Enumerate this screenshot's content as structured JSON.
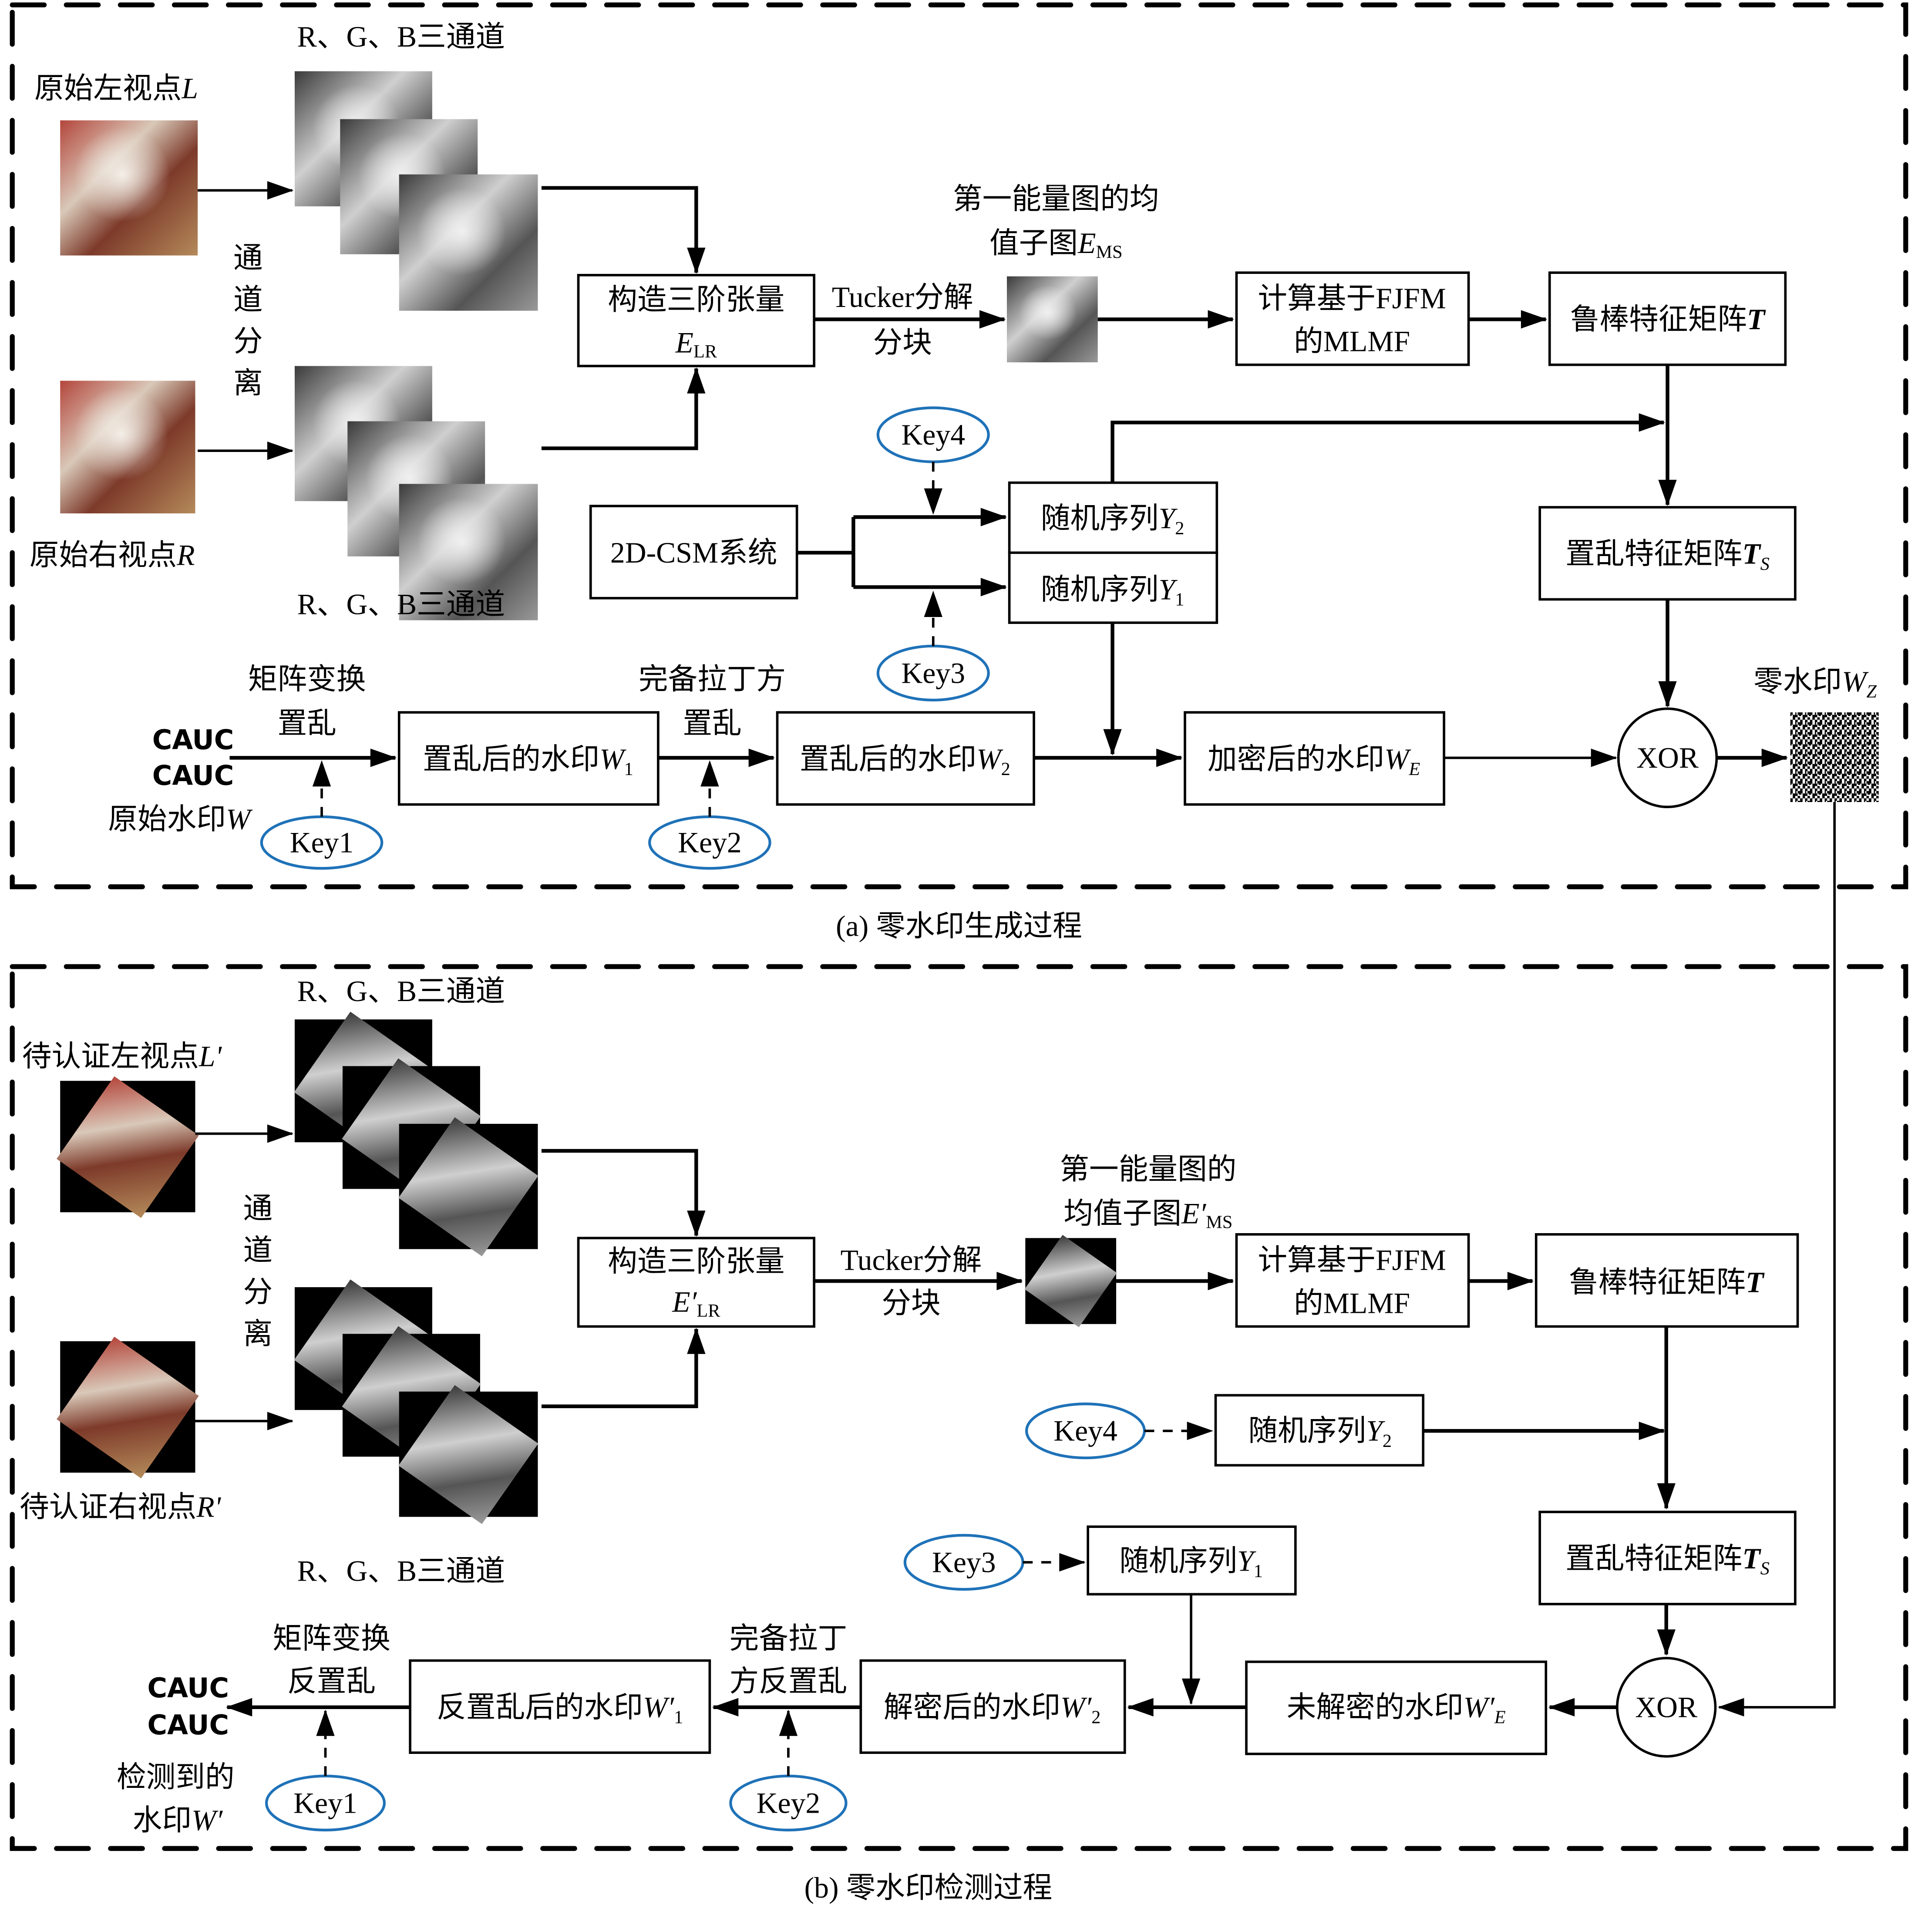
{
  "colors": {
    "key_stroke": "#1f72b8",
    "line": "#000000",
    "background": "#ffffff"
  },
  "panel_a": {
    "caption": "(a) 零水印生成过程",
    "left_view_label": "原始左视点",
    "left_view_var": "L",
    "right_view_label": "原始右视点",
    "right_view_var": "R",
    "rgb_top_label": "R、G、B三通道",
    "rgb_bottom_label": "R、G、B三通道",
    "channel_sep": [
      "通",
      "道",
      "分",
      "离"
    ],
    "tensor_box": {
      "line1": "构造三阶张量",
      "var": "E",
      "sub": "LR"
    },
    "tucker_label": {
      "line1": "Tucker分解",
      "line2": "分块"
    },
    "energy_label": {
      "line1": "第一能量图的均",
      "line2": "值子图",
      "var": "E",
      "sub": "MS"
    },
    "mlmf_box": {
      "line1": "计算基于FJFM",
      "line2": "的MLMF"
    },
    "robust_box": {
      "text": "鲁棒特征矩阵",
      "var": "T"
    },
    "csm_box": "2D-CSM系统",
    "rand_y2": {
      "text": "随机序列",
      "var": "Y",
      "sub": "2"
    },
    "rand_y1": {
      "text": "随机序列",
      "var": "Y",
      "sub": "1"
    },
    "scrambled_feature_box": {
      "text": "置乱特征矩阵",
      "var": "T",
      "sub": "S"
    },
    "keys": {
      "k1": "Key1",
      "k2": "Key2",
      "k3": "Key3",
      "k4": "Key4"
    },
    "matrix_label": {
      "line1": "矩阵变换",
      "line2": "置乱"
    },
    "latin_label": {
      "line1": "完备拉丁方",
      "line2": "置乱"
    },
    "watermark_text": [
      "CAUC",
      "CAUC"
    ],
    "orig_watermark_label": "原始水印",
    "orig_watermark_var": "W",
    "w1_box": {
      "text": "置乱后的水印",
      "var": "W",
      "sub": "1"
    },
    "w2_box": {
      "text": "置乱后的水印",
      "var": "W",
      "sub": "2"
    },
    "we_box": {
      "text": "加密后的水印",
      "var": "W",
      "sub": "E"
    },
    "xor": "XOR",
    "zero_wm_label": "零水印",
    "zero_wm_var": "W",
    "zero_wm_sub": "Z"
  },
  "panel_b": {
    "caption": "(b) 零水印检测过程",
    "left_view_label": "待认证左视点",
    "left_view_var": "L'",
    "right_view_label": "待认证右视点",
    "right_view_var": "R'",
    "rgb_top_label": "R、G、B三通道",
    "rgb_bottom_label": "R、G、B三通道",
    "channel_sep": [
      "通",
      "道",
      "分",
      "离"
    ],
    "tensor_box": {
      "line1": "构造三阶张量",
      "var": "E′",
      "sub": "LR"
    },
    "tucker_label": {
      "line1": "Tucker分解",
      "line2": "分块"
    },
    "energy_label": {
      "line1": "第一能量图的",
      "line2": "均值子图",
      "var": "E′",
      "sub": "MS"
    },
    "mlmf_box": {
      "line1": "计算基于FJFM",
      "line2": "的MLMF"
    },
    "robust_box": {
      "text": "鲁棒特征矩阵",
      "var": "T"
    },
    "rand_y2": {
      "text": "随机序列",
      "var": "Y",
      "sub": "2"
    },
    "rand_y1": {
      "text": "随机序列",
      "var": "Y",
      "sub": "1"
    },
    "scrambled_feature_box": {
      "text": "置乱特征矩阵",
      "var": "T",
      "sub": "S"
    },
    "keys": {
      "k1": "Key1",
      "k2": "Key2",
      "k3": "Key3",
      "k4": "Key4"
    },
    "xor": "XOR",
    "undecrypted_box": {
      "text": "未解密的水印",
      "var": "W′",
      "sub": "E"
    },
    "decrypted_box": {
      "text": "解密后的水印",
      "var": "W′",
      "sub": "2"
    },
    "inv_w1_box": {
      "text": "反置乱后的水印",
      "var": "W′",
      "sub": "1"
    },
    "latin_label": {
      "line1": "完备拉丁",
      "line2": "方反置乱"
    },
    "matrix_label": {
      "line1": "矩阵变换",
      "line2": "反置乱"
    },
    "watermark_text": [
      "CAUC",
      "CAUC"
    ],
    "detected_label": {
      "line1": "检测到的",
      "line2": "水印",
      "var": "W′"
    }
  }
}
